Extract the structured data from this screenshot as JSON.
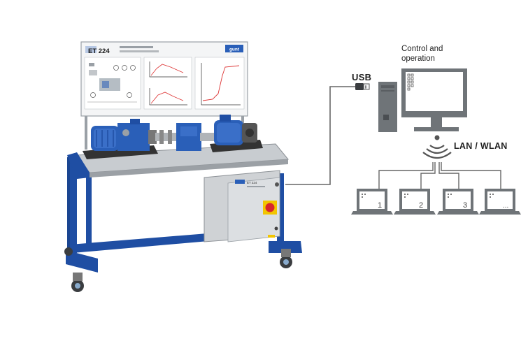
{
  "labels": {
    "control_line1": "Control and",
    "control_line2": "operation",
    "usb": "USB",
    "lan": "LAN / WLAN"
  },
  "panel": {
    "title": "ET 224",
    "brand": "gunt",
    "cabinet_plate": "ET 224"
  },
  "laptops": [
    "1",
    "2",
    "3",
    "..."
  ],
  "colors": {
    "frame_blue": "#1f4ea3",
    "motor_blue": "#2a5fb8",
    "line_gray": "#666666",
    "device_gray": "#6f7478",
    "cabinet_gray": "#cfd2d5",
    "emergency_red": "#d8262b",
    "emergency_yellow": "#f2c500"
  },
  "icons": [
    "usb-plug-icon",
    "wifi-icon",
    "pc-tower-icon",
    "monitor-icon",
    "laptop-icon",
    "emergency-stop-icon"
  ]
}
